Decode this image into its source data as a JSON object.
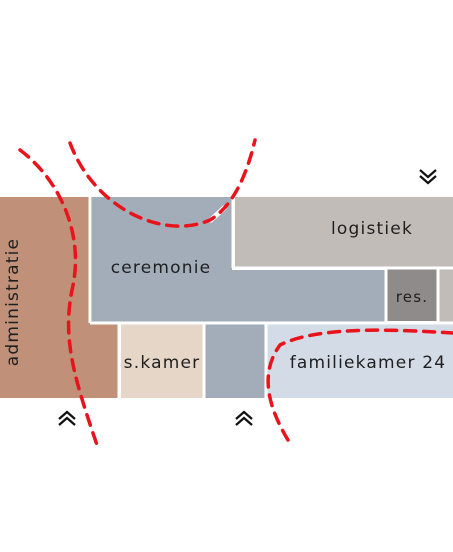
{
  "rooms": {
    "administratie": {
      "label": "administratie",
      "color": "#c09078"
    },
    "ceremonie": {
      "label": "ceremonie",
      "color": "#a3adb9"
    },
    "logistiek": {
      "label": "logistiek",
      "color": "#c2bcb9"
    },
    "reserve": {
      "label": "res.",
      "color": "#8f8b8a"
    },
    "stiltekamer": {
      "label": "s.kamer",
      "color": "#e5d6c7"
    },
    "familiekamer": {
      "label": "familiekamer 24",
      "color": "#d3dbe7"
    }
  },
  "markers": {
    "route_color": "#e8131b",
    "door_color": "#ffffff",
    "chevron_top": "double-chevron-down-icon",
    "chevron_bottom": "double-chevron-up-icon"
  }
}
